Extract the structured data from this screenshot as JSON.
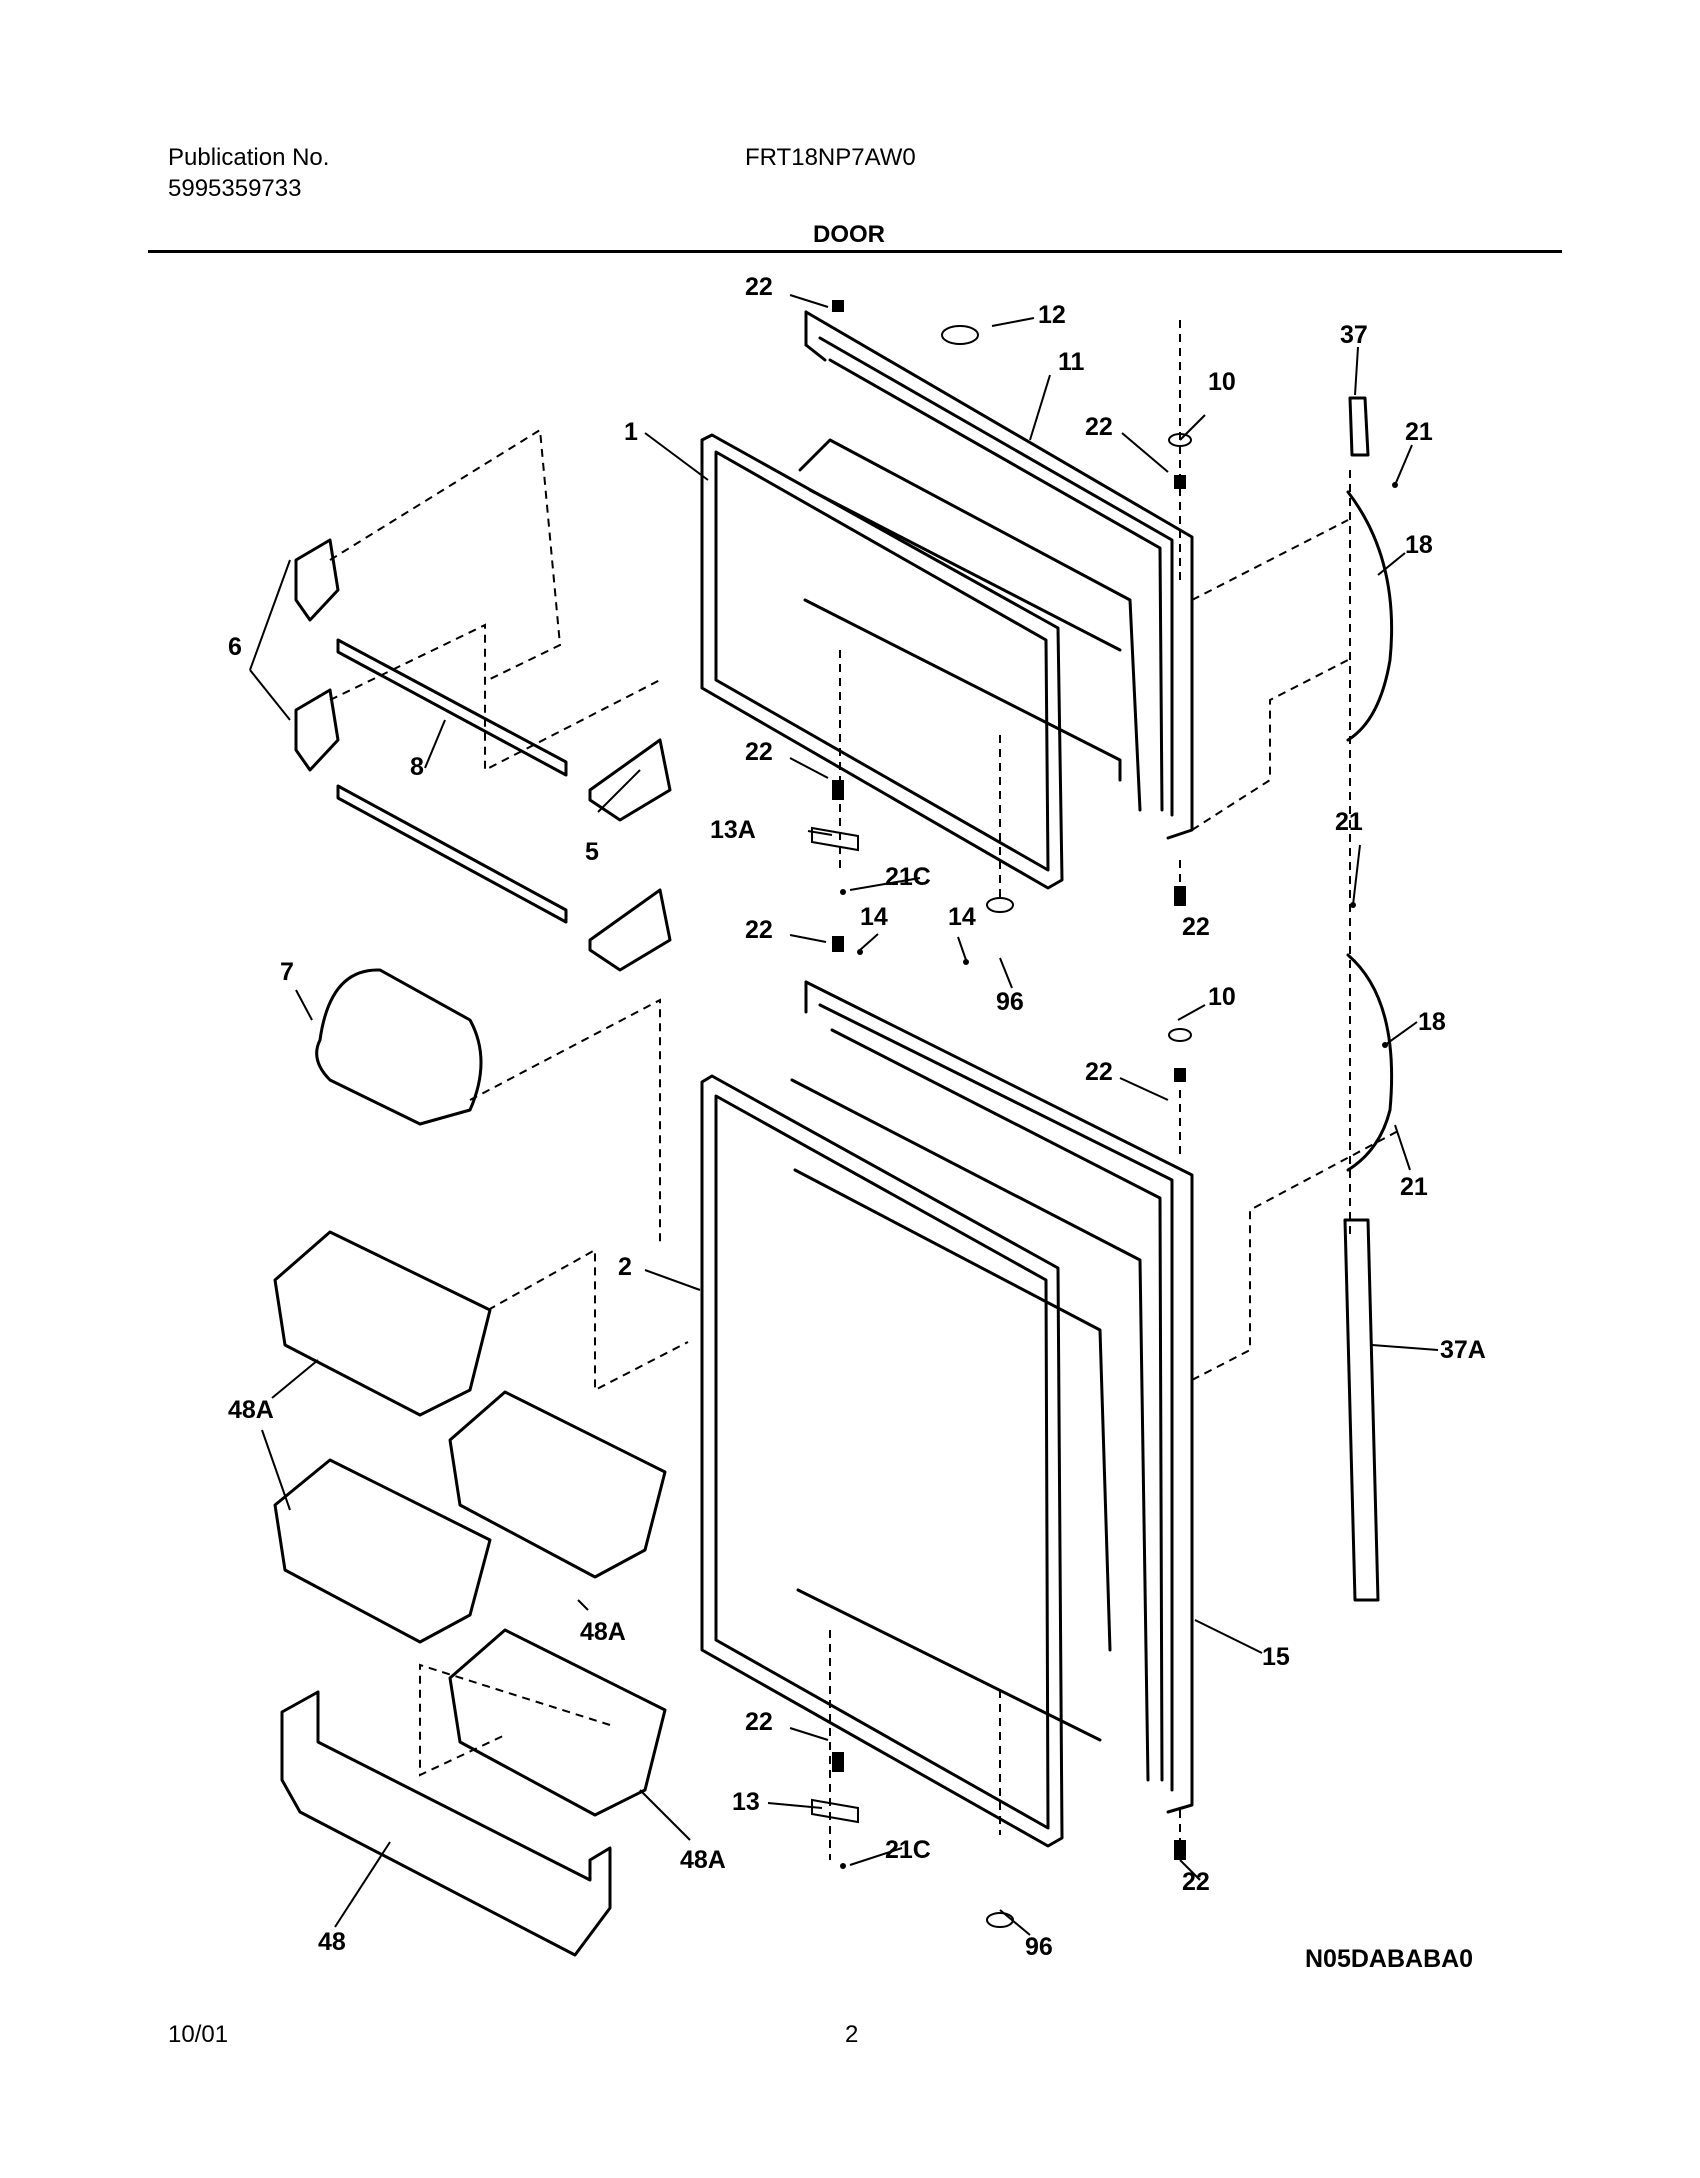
{
  "header": {
    "publication_label": "Publication No.",
    "publication_number": "5995359733",
    "model": "FRT18NP7AW0",
    "section": "DOOR"
  },
  "footer": {
    "date": "10/01",
    "page": "2",
    "drawing_code": "N05DABABA0"
  },
  "callouts": [
    "22",
    "12",
    "11",
    "10",
    "22",
    "37",
    "21",
    "1",
    "18",
    "6",
    "8",
    "5",
    "22",
    "13A",
    "21C",
    "21",
    "22",
    "14",
    "14",
    "96",
    "22",
    "7",
    "10",
    "22",
    "18",
    "21",
    "2",
    "37A",
    "48A",
    "48A",
    "15",
    "22",
    "13",
    "21C",
    "48A",
    "22",
    "48",
    "96"
  ]
}
